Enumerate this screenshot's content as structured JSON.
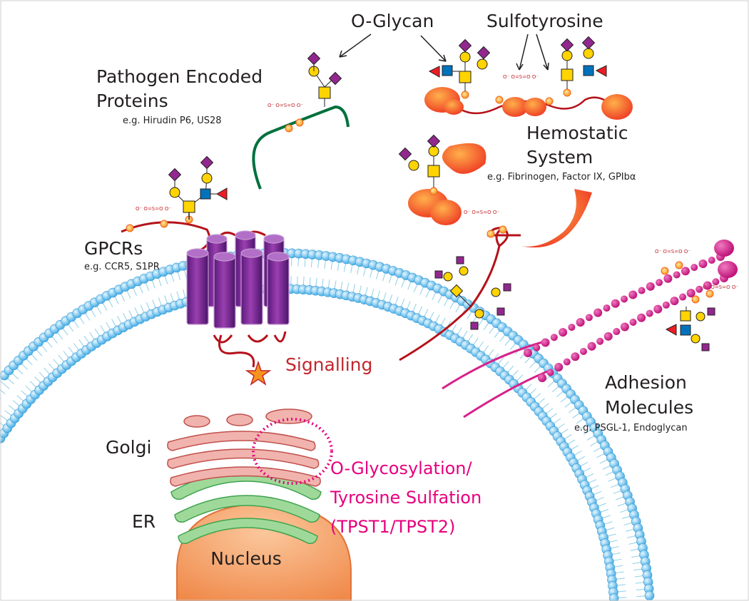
{
  "labels": {
    "o_glycan": "O-Glycan",
    "sulfotyrosine": "Sulfotyrosine",
    "pathogen_line1": "Pathogen Encoded",
    "pathogen_line2": "Proteins",
    "pathogen_examples": "e.g. Hirudin P6, US28",
    "hemostatic_line1": "Hemostatic",
    "hemostatic_line2": "System",
    "hemostatic_examples": "e.g. Fibrinogen, Factor IX, GPIbα",
    "gpcrs": "GPCRs",
    "gpcrs_examples": "e.g. CCR5, S1PR",
    "signalling": "Signalling",
    "adhesion_line1": "Adhesion",
    "adhesion_line2": "Molecules",
    "adhesion_examples": "e.g. PSGL-1, Endoglycan",
    "golgi": "Golgi",
    "er": "ER",
    "nucleus": "Nucleus",
    "modification_line1": "O-Glycosylation/",
    "modification_line2": "Tyrosine Sulfation",
    "modification_line3": "(TPST1/TPST2)",
    "sulfate_group": "O⁻  O=S=O  O⁻"
  },
  "colors": {
    "membrane_bead": "#6cc4f0",
    "membrane_tail": "#8fcfe8",
    "peptide_red": "#b5121b",
    "pathogen_green": "#00703c",
    "gpcr_purple": "#7b2a8a",
    "protein_orange": "#f26522",
    "adhesion_magenta": "#d6218a",
    "golgi": "#d9847f",
    "er": "#7dc57d",
    "nucleus": "#f7a26e",
    "label_magenta": "#e6007e",
    "label_red": "#c1272d",
    "glycan_gal": "#ffd400",
    "glycan_galnac": "#ffd400",
    "glycan_glcnac": "#0072bc",
    "glycan_sialic": "#92278f",
    "glycan_fucose": "#ed1c24"
  }
}
